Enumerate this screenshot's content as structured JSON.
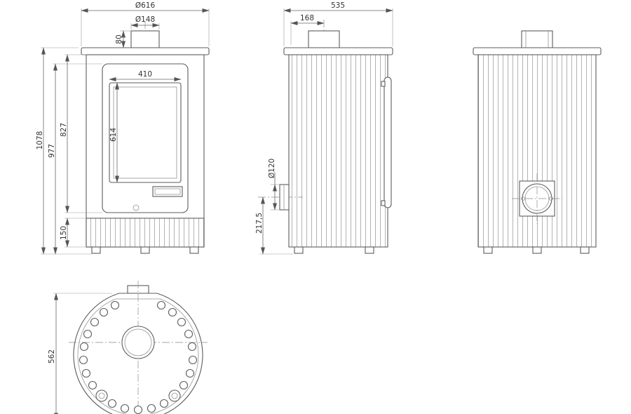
{
  "drawing": {
    "front": {
      "top_plate_diameter": "Ø616",
      "flue_diameter": "Ø148",
      "flue_collar_height": "80",
      "glass_width": "410",
      "glass_height": "614",
      "door_top_height": "827",
      "body_height": "977",
      "total_height": "1078",
      "base_height": "150"
    },
    "side": {
      "depth": "535",
      "flue_offset": "168",
      "outlet_diameter": "Ø120",
      "outlet_axis_height": "217,5"
    },
    "top": {
      "body_diameter": "562"
    }
  }
}
